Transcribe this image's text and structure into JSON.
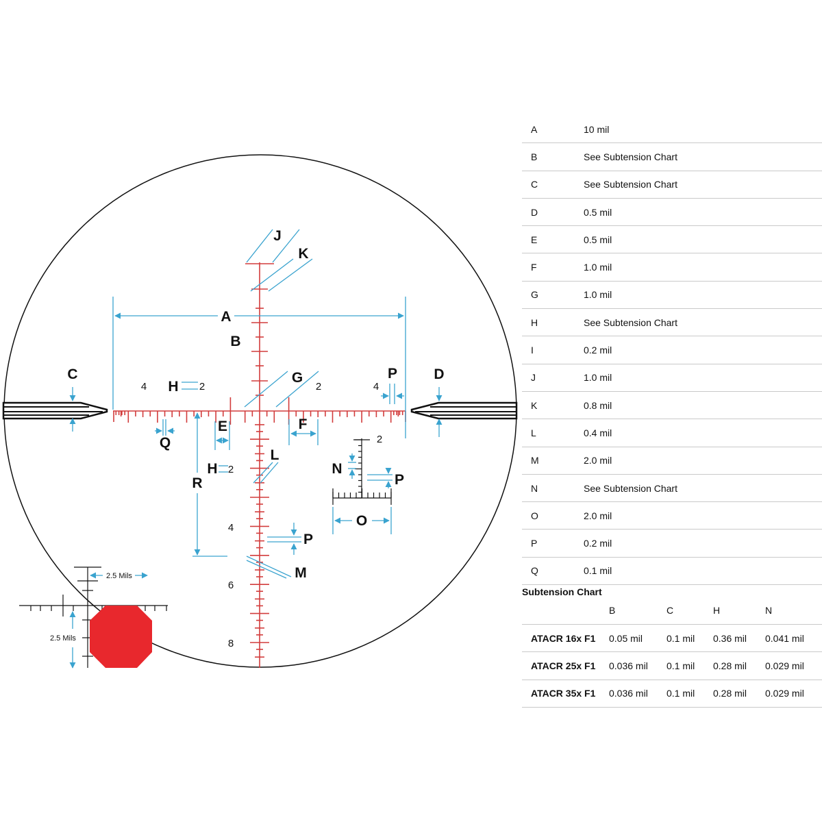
{
  "reticle": {
    "labels": {
      "A": "A",
      "B": "B",
      "C": "C",
      "D": "D",
      "E": "E",
      "F": "F",
      "G": "G",
      "H": "H",
      "J": "J",
      "K": "K",
      "L": "L",
      "M": "M",
      "N": "N",
      "O": "O",
      "P": "P",
      "Q": "Q",
      "R": "R"
    },
    "numbers": {
      "two": "2",
      "four": "4",
      "six": "6",
      "eight": "8"
    },
    "inset_label_h": "2.5 Mils",
    "inset_label_v": "2.5 Mils",
    "colors": {
      "reticle": "#d23c3c",
      "annotation": "#3aa3cf",
      "circle": "#111111",
      "target": "#e8282d",
      "grid": "#c9c9c9"
    }
  },
  "spec_table": [
    {
      "key": "A",
      "value": "10 mil"
    },
    {
      "key": "B",
      "value": "See Subtension Chart"
    },
    {
      "key": "C",
      "value": "See Subtension Chart"
    },
    {
      "key": "D",
      "value": "0.5 mil"
    },
    {
      "key": "E",
      "value": "0.5 mil"
    },
    {
      "key": "F",
      "value": "1.0 mil"
    },
    {
      "key": "G",
      "value": "1.0 mil"
    },
    {
      "key": "H",
      "value": "See Subtension Chart"
    },
    {
      "key": "I",
      "value": "0.2 mil"
    },
    {
      "key": "J",
      "value": "1.0 mil"
    },
    {
      "key": "K",
      "value": "0.8 mil"
    },
    {
      "key": "L",
      "value": "0.4 mil"
    },
    {
      "key": "M",
      "value": "2.0 mil"
    },
    {
      "key": "N",
      "value": "See Subtension Chart"
    },
    {
      "key": "O",
      "value": "2.0 mil"
    },
    {
      "key": "P",
      "value": "0.2 mil"
    },
    {
      "key": "Q",
      "value": "0.1 mil"
    }
  ],
  "subtension": {
    "title": "Subtension Chart",
    "headers": [
      "",
      "B",
      "C",
      "H",
      "N"
    ],
    "rows": [
      [
        "ATACR 16x F1",
        "0.05 mil",
        "0.1 mil",
        "0.36 mil",
        "0.041 mil"
      ],
      [
        "ATACR 25x F1",
        "0.036 mil",
        "0.1 mil",
        "0.28 mil",
        "0.029 mil"
      ],
      [
        "ATACR 35x F1",
        "0.036 mil",
        "0.1 mil",
        "0.28 mil",
        "0.029 mil"
      ]
    ]
  }
}
